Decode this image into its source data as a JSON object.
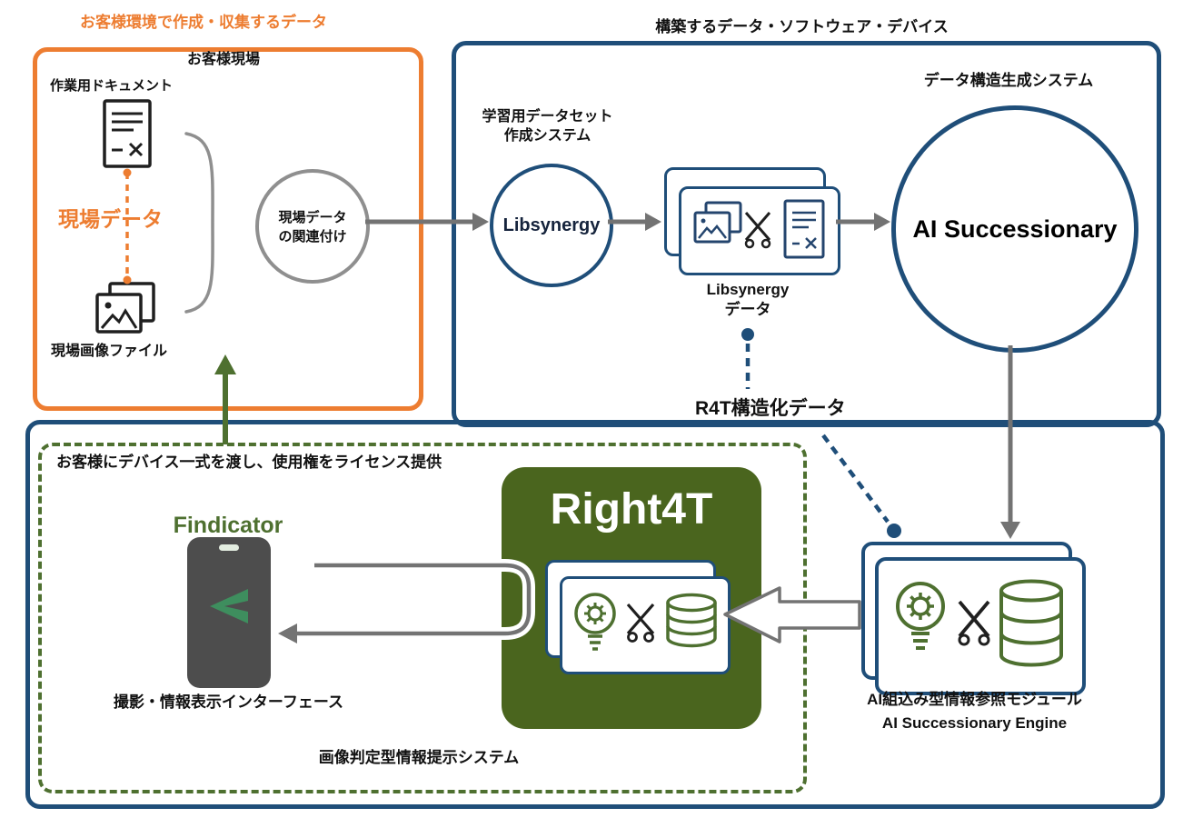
{
  "colors": {
    "orange": "#ED7D31",
    "blue": "#1F4E79",
    "green": "#4E7030",
    "dark-green": "#4A651E",
    "gray": "#737373",
    "circle-gray": "#8F8F8F",
    "phone-gray": "#4D4D4D",
    "logo-green": "#3E8E5E"
  },
  "labels": {
    "customer_env": "お客様環境で作成・収集するデータ",
    "build": "構築するデータ・ソフトウェア・デバイス",
    "customer_site": "お客様現場",
    "work_doc": "作業用ドキュメント",
    "site_data": "現場データ",
    "site_image": "現場画像ファイル",
    "relation": "現場データ\nの関連付け",
    "dataset_system": "学習用データセット\n作成システム",
    "libsynergy": "Libsynergy",
    "libsynergy_data": "Libsynergy\nデータ",
    "structure_system": "データ構造生成システム",
    "ai_successionary": "AI Successionary",
    "r4t_data": "R4T構造化データ",
    "license": "お客様にデバイス一式を渡し、使用権をライセンス提供",
    "findicator": "Findicator",
    "interface": "撮影・情報表示インターフェース",
    "right4t": "Right4T",
    "system": "画像判定型情報提示システム",
    "module_line1": "AI組込み型情報参照モジュール",
    "module_line2": "AI Successionary Engine"
  },
  "icons": {
    "work-document-icon": "document page with text lines and minus/x marks",
    "site-image-icon": "stacked photo images with mountains",
    "dataset-image-icon": "photo image",
    "dataset-scissors-icon": "scissors cross",
    "dataset-document-icon": "document page with minus/x marks",
    "bulb-gear-icon": "lightbulb with gear inside",
    "scissors-icon": "scissors cross",
    "database-icon": "database cylinder",
    "smartphone-icon": "smartphone device",
    "findicator-logo-icon": "left-pointing notched arrow logo"
  }
}
